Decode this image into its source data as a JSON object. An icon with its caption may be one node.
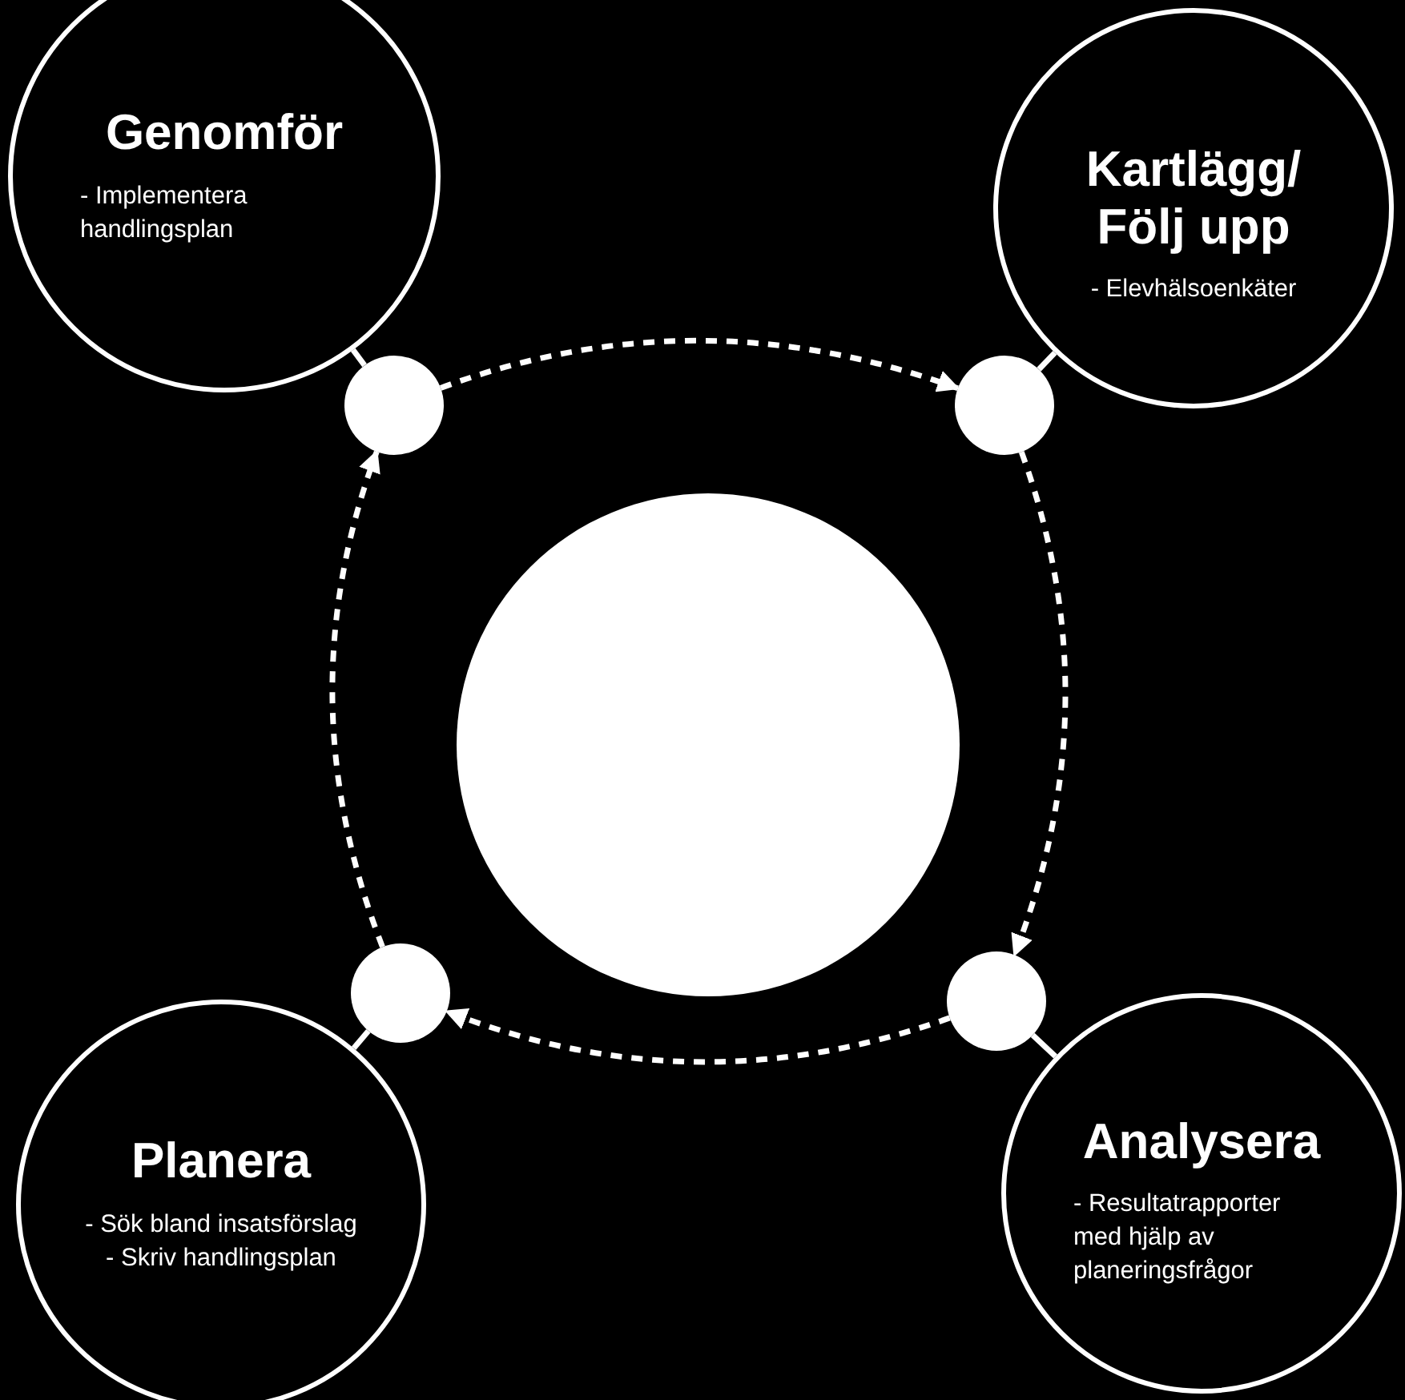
{
  "diagram": {
    "nodes": [
      {
        "text": [
          "Genomför",
          "- Implementera handlingsplan"
        ]
      },
      {
        "text": [
          "Kartlägg/ Följ upp",
          "- Elevhälsoenkäter"
        ]
      },
      {
        "text": [],
        "shape": "circle"
      },
      {
        "text": [],
        "shape": "circle"
      },
      {
        "text": [],
        "shape": "circle"
      },
      {
        "text": [],
        "shape": "circle"
      },
      {
        "text": [],
        "shape": "circle"
      },
      {
        "text": [
          "Planera",
          "- Sök bland insatsförslag",
          "- Skriv handlingsplan"
        ]
      },
      {
        "text": [
          "Analysera",
          "- Resultatrapporter med hjälp av planeringsfrågor"
        ]
      }
    ],
    "edges": [
      {
        "from": 0,
        "to": 2,
        "arrow": "none"
      },
      {
        "from": 1,
        "to": 3,
        "arrow": "none"
      },
      {
        "from": 5,
        "to": 7,
        "arrow": "none"
      },
      {
        "from": 6,
        "to": 8,
        "arrow": "none"
      },
      {
        "from": 2,
        "to": 3,
        "arrow": "to",
        "style": "dashed"
      },
      {
        "from": 3,
        "to": 6,
        "arrow": "to",
        "style": "dashed"
      },
      {
        "from": 6,
        "to": 5,
        "arrow": "to",
        "style": "dashed"
      },
      {
        "from": 5,
        "to": 2,
        "arrow": "to",
        "style": "dashed"
      }
    ]
  }
}
